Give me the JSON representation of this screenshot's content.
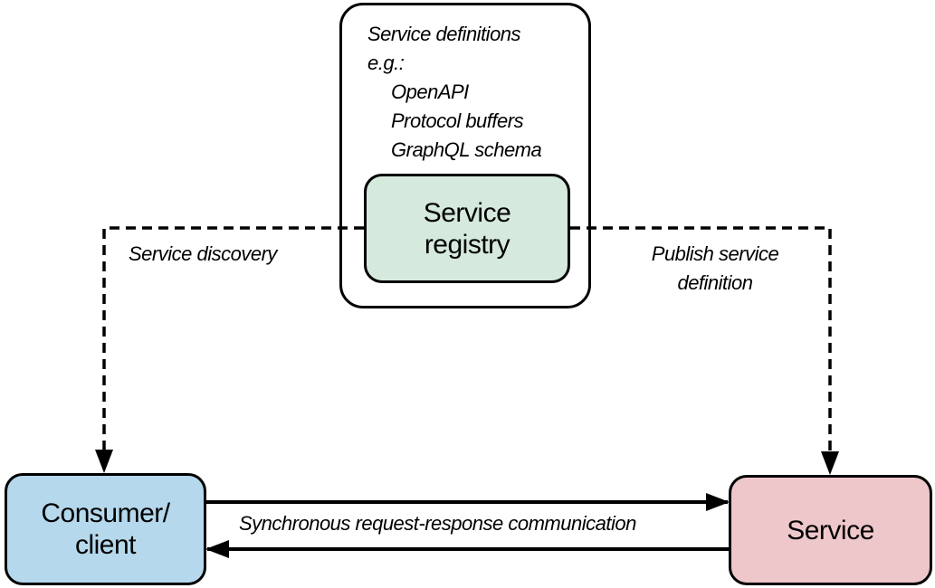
{
  "registry_panel": {
    "note_lines": [
      "Service definitions",
      "e.g.:",
      "OpenAPI",
      "Protocol buffers",
      "GraphQL schema"
    ],
    "registry_label": "Service\nregistry"
  },
  "nodes": {
    "consumer_label": "Consumer/\nclient",
    "service_label": "Service"
  },
  "edges": {
    "discovery_label": "Service discovery",
    "publish_label": "Publish service\ndefinition",
    "sync_label": "Synchronous request-response communication"
  },
  "colors": {
    "registry_fill": "#d5e9dc",
    "consumer_fill": "#b5d8ec",
    "service_fill": "#eec7cb",
    "line": "#000000"
  }
}
